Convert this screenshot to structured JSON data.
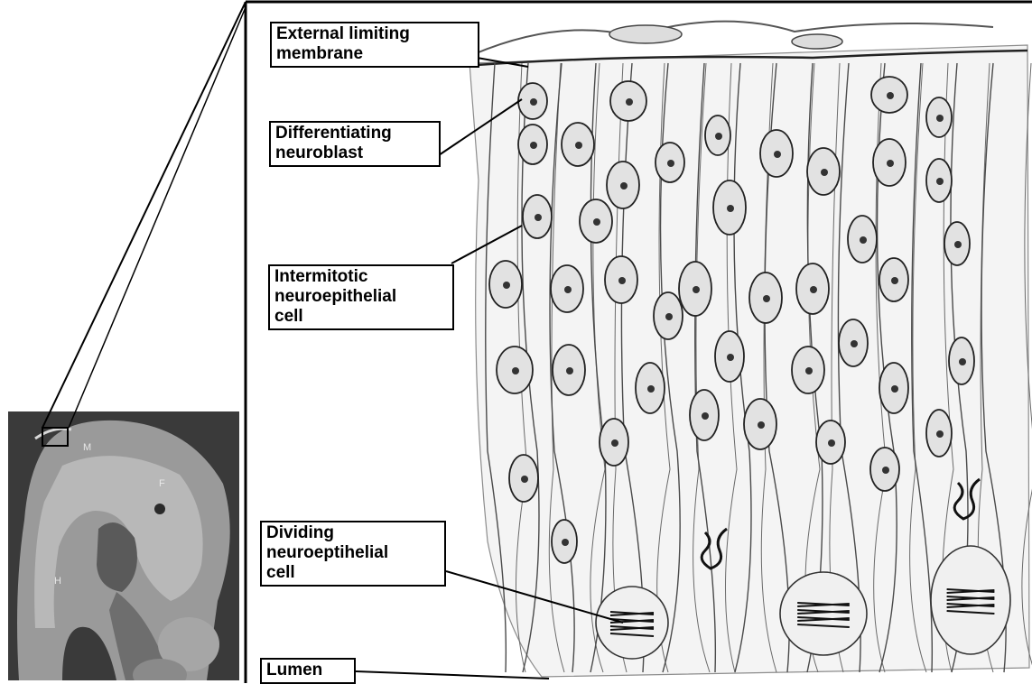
{
  "labels": {
    "external_limiting_membrane": "External limiting\nmembrane",
    "differentiating_neuroblast": "Differentiating\nneuroblast",
    "intermitotic_cell": "Intermitotic\nneuroepithelial\ncell",
    "dividing_cell": "Dividing\nneuroeptihelial\ncell",
    "lumen": "Lumen"
  },
  "thumbnail_letters": {
    "m": "M",
    "f": "F",
    "h": "H"
  },
  "colors": {
    "line": "#000000",
    "thumbnail_bg": "#3a3a3a",
    "tissue": "#8c8c8c",
    "cell_fill": "#f4f4f4",
    "nucleus_fill": "#e2e2e2"
  }
}
